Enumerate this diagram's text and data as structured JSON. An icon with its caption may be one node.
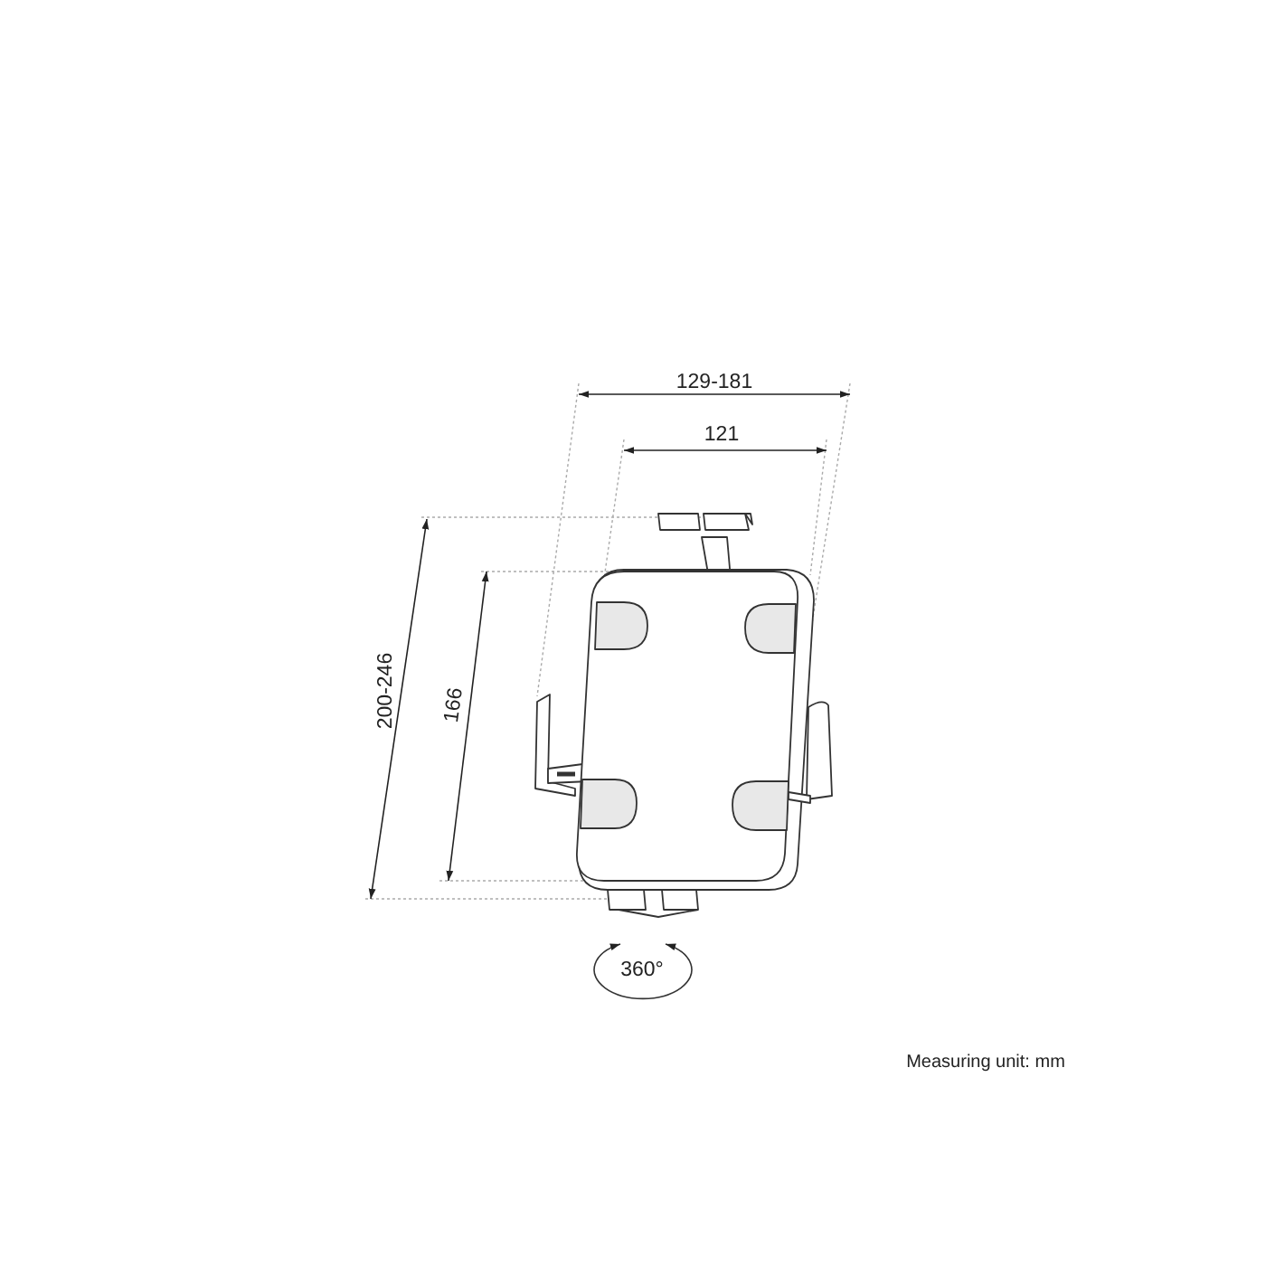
{
  "diagram": {
    "labels": [
      "129-181",
      "121",
      "200-246",
      "166",
      "360°",
      "Measuring unit: mm"
    ]
  }
}
